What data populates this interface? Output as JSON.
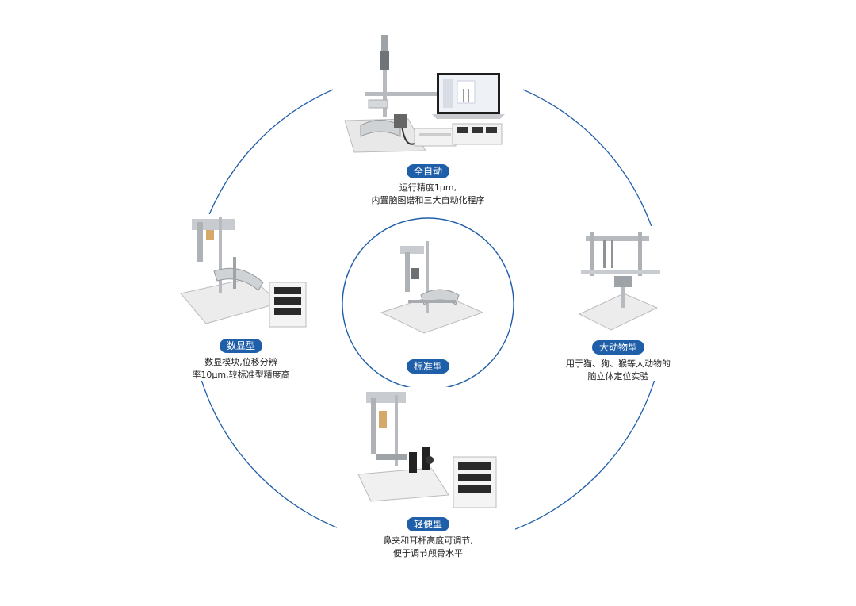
{
  "nodes": {
    "top": {
      "label": "全自动",
      "lines": [
        "运行精度1μm,",
        "内置脑图谱和三大自动化程序"
      ]
    },
    "left": {
      "label": "数显型",
      "lines": [
        "数显模块,位移分辨",
        "率10μm,较标准型精度高"
      ]
    },
    "center": {
      "label": "标准型"
    },
    "right": {
      "label": "大动物型",
      "lines": [
        "用于猫、狗、猴等大动物的",
        "脑立体定位实验"
      ]
    },
    "bottom": {
      "label": "轻便型",
      "lines": [
        "鼻夹和耳杆高度可调节,",
        "便于调节颅骨水平"
      ]
    }
  },
  "colors": {
    "ring": "#1f5ea8",
    "badge": "#1f5ea8"
  },
  "icons": [
    "stereotaxic-frame",
    "laptop",
    "control-box",
    "digital-display"
  ]
}
